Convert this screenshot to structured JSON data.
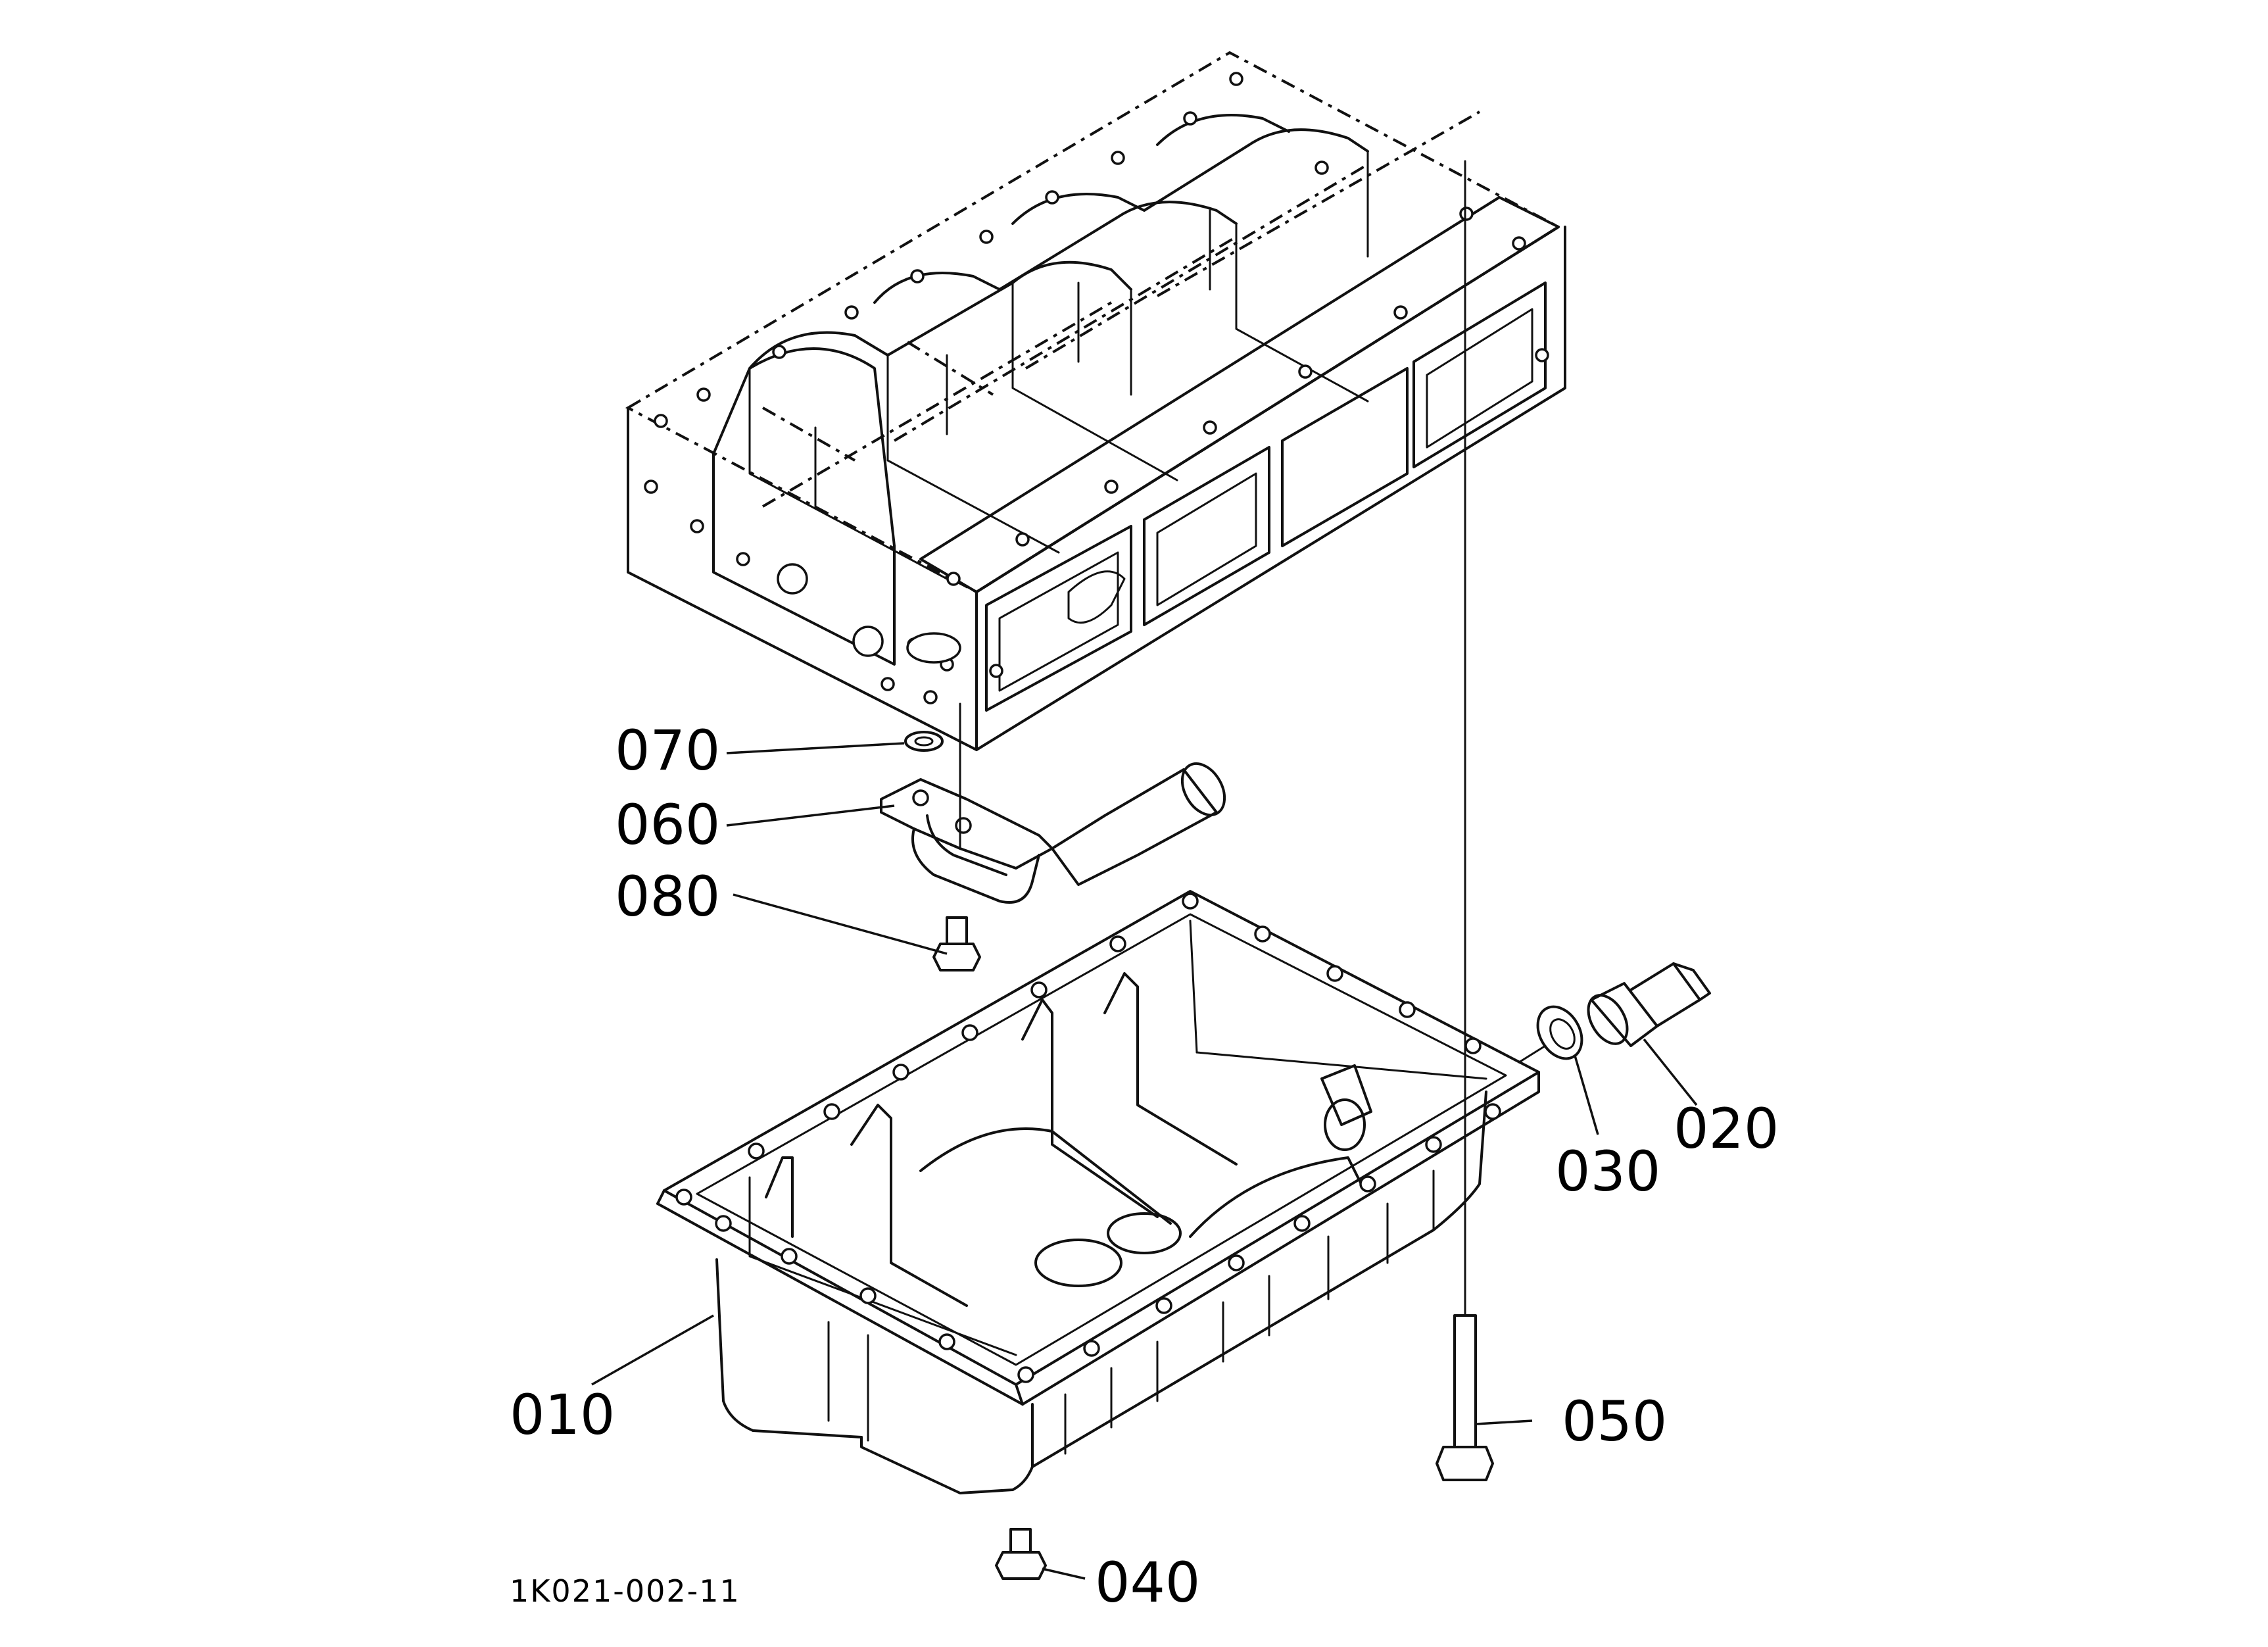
{
  "diagram": {
    "reference_code": "1K021-002-11",
    "callouts": [
      {
        "id": "010",
        "label": "010"
      },
      {
        "id": "020",
        "label": "020"
      },
      {
        "id": "030",
        "label": "030"
      },
      {
        "id": "040",
        "label": "040"
      },
      {
        "id": "050",
        "label": "050"
      },
      {
        "id": "060",
        "label": "060"
      },
      {
        "id": "070",
        "label": "070"
      },
      {
        "id": "080",
        "label": "080"
      }
    ]
  }
}
